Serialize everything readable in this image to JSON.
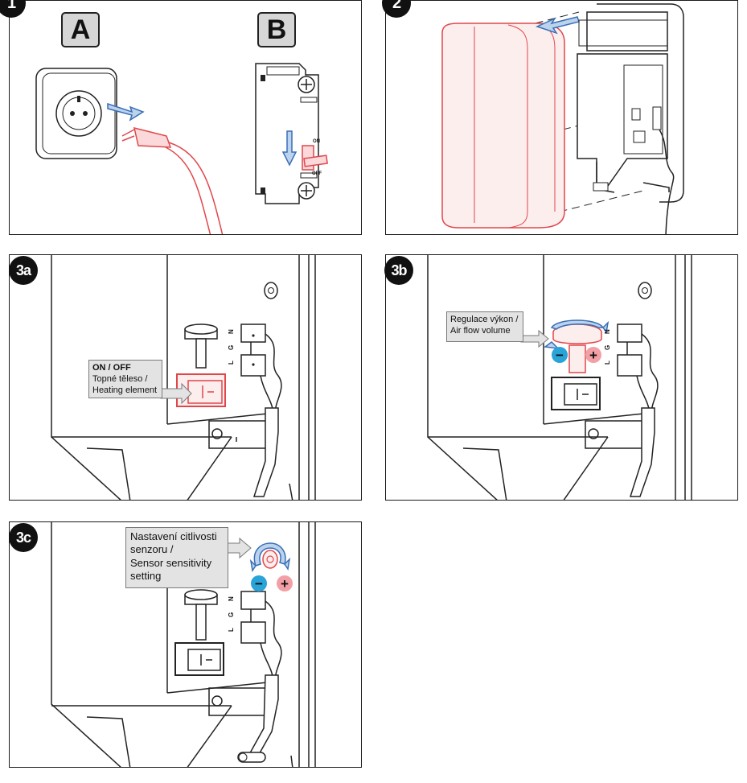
{
  "steps": {
    "s1": "1",
    "s2": "2",
    "s3a": "3a",
    "s3b": "3b",
    "s3c": "3c"
  },
  "panel1": {
    "option_a": "A",
    "option_b": "B",
    "breaker_on": "ON",
    "breaker_off": "OFF"
  },
  "panel3a": {
    "callout_title": "ON / OFF",
    "callout_line1": "Topné těleso /",
    "callout_line2": "Heating element"
  },
  "panel3b": {
    "callout_line1": "Regulace výkon /",
    "callout_line2": "Air flow volume"
  },
  "panel3c": {
    "callout_line1": "Nastavení citlivosti",
    "callout_line2": "senzoru /",
    "callout_line3": "Sensor sensitivity",
    "callout_line4": "setting"
  },
  "terminal_labels": {
    "n": "N",
    "g": "G",
    "l": "L"
  },
  "adjust_symbols": {
    "minus": "−",
    "plus": "+"
  },
  "colors": {
    "highlight_red": "#e0474c",
    "arrow_blue": "#3a6fb5",
    "minus_blue": "#2aa3d8",
    "plus_pink": "#f2a0a6",
    "callout_gray": "#e3e3e3"
  }
}
